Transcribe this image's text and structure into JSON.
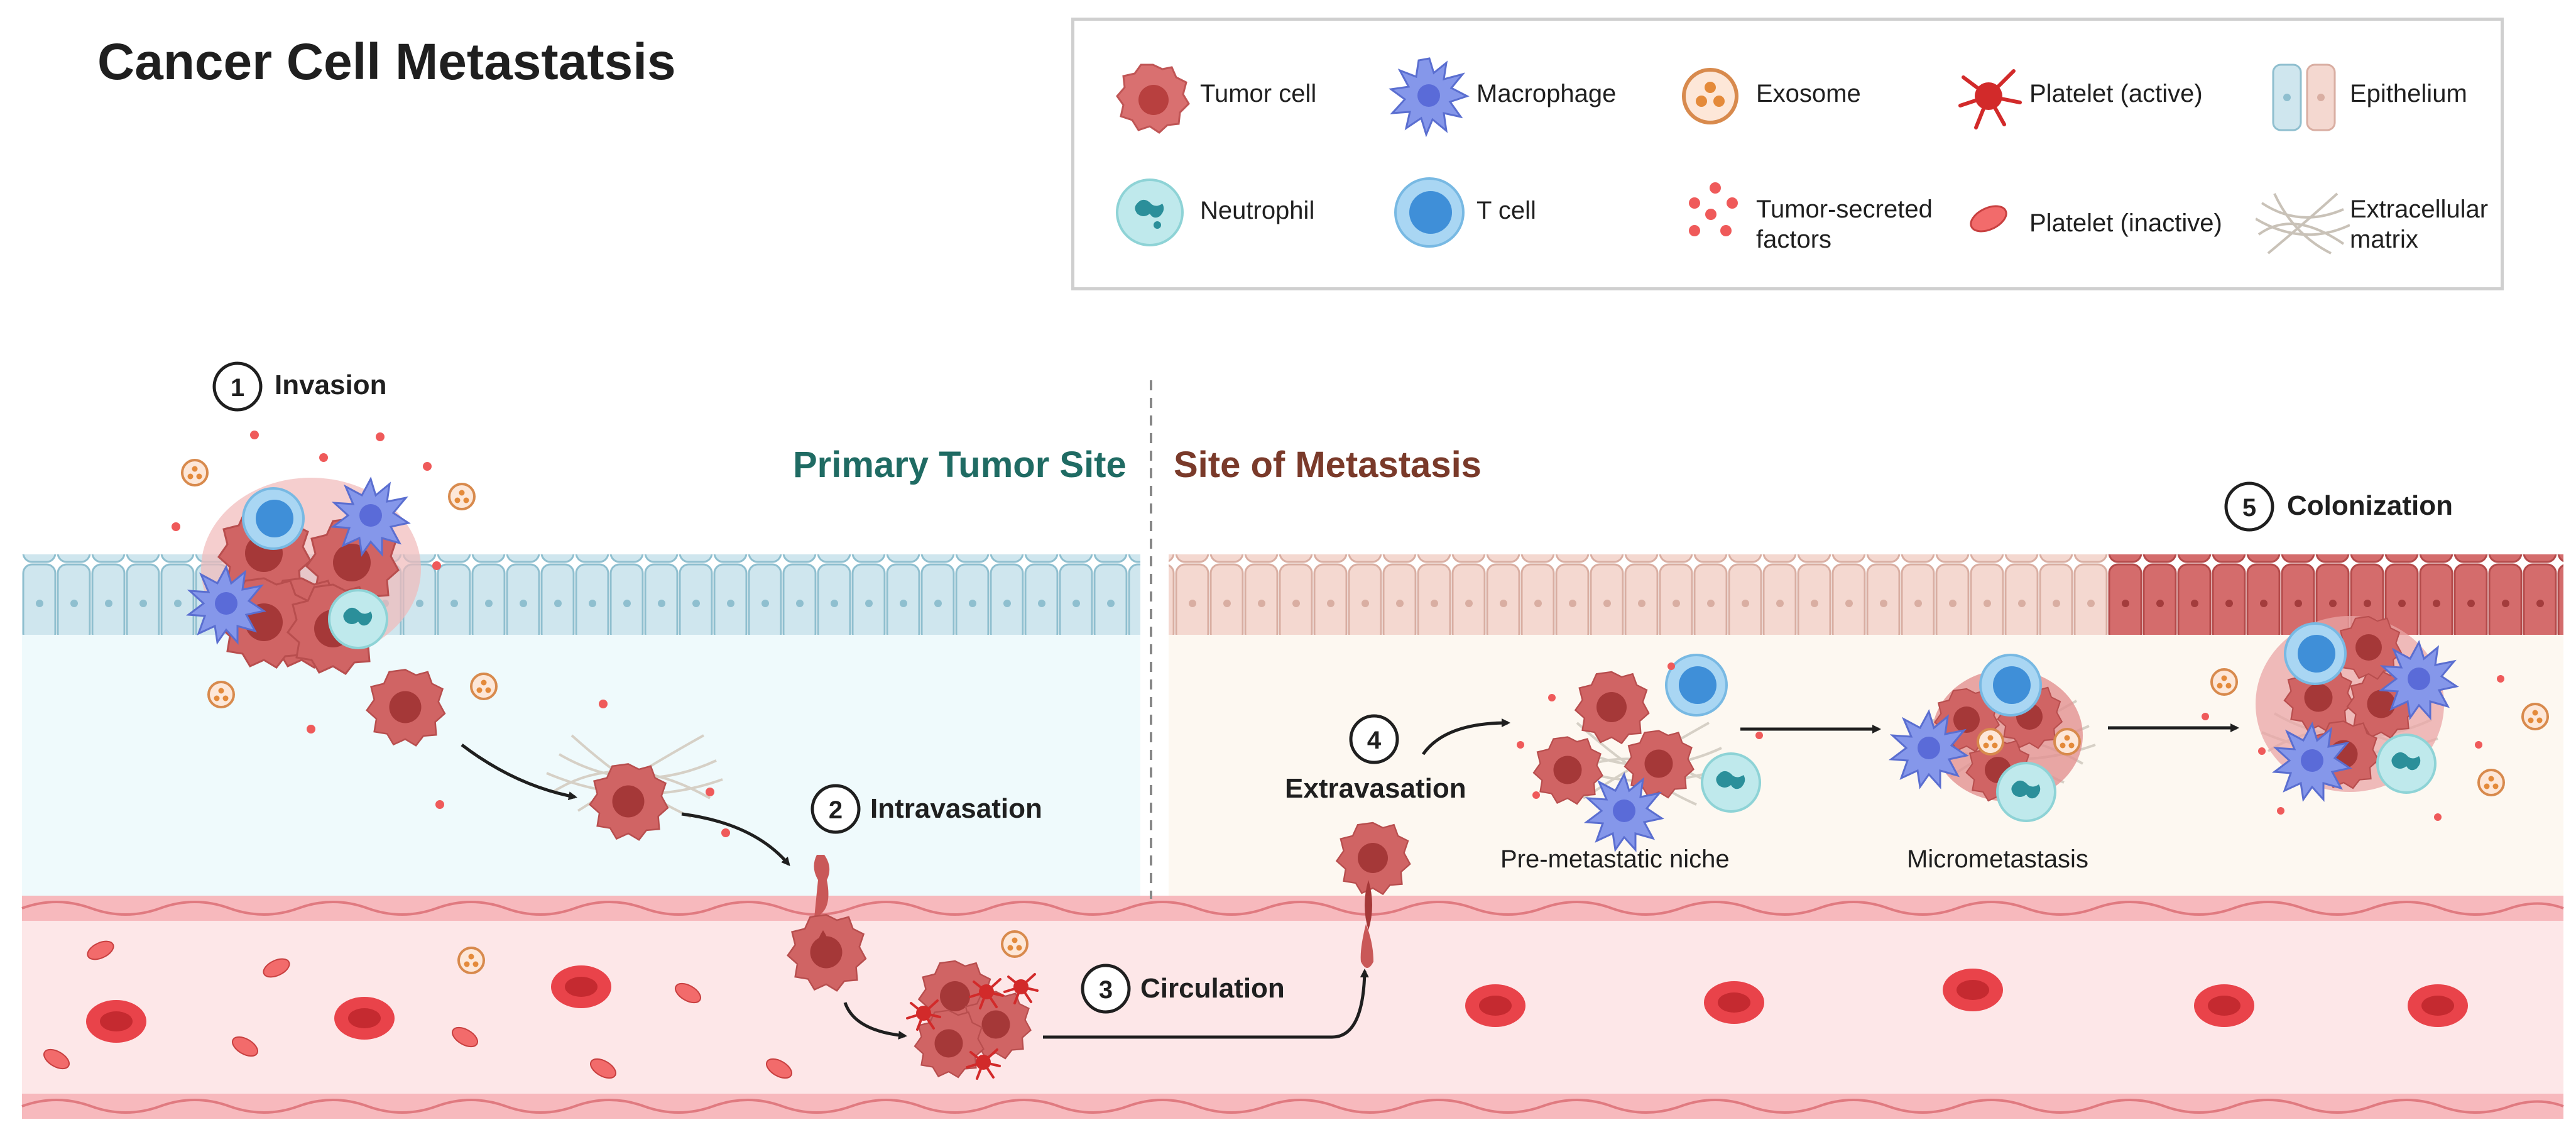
{
  "title": "Cancer Cell Metastatsis",
  "legend": {
    "tumor_cell": "Tumor cell",
    "macrophage": "Macrophage",
    "exosome": "Exosome",
    "platelet_active": "Platelet (active)",
    "epithelium": "Epithelium",
    "neutrophil": "Neutrophil",
    "t_cell": "T cell",
    "tumor_secreted_factors": "Tumor-secreted factors",
    "platelet_inactive": "Platelet (inactive)",
    "extracellular_matrix": "Extracellular matrix"
  },
  "sites": {
    "primary": "Primary Tumor Site",
    "metastasis": "Site of Metastasis"
  },
  "steps": [
    {
      "number": "1",
      "label": "Invasion"
    },
    {
      "number": "2",
      "label": "Intravasation"
    },
    {
      "number": "3",
      "label": "Circulation"
    },
    {
      "number": "4",
      "label": "Extravasation"
    },
    {
      "number": "5",
      "label": "Colonization"
    }
  ],
  "captions": {
    "pre_metastatic_niche": "Pre-metastatic niche",
    "micrometastasis": "Micrometastasis"
  },
  "colors": {
    "primary_site": "#1f6b63",
    "metastasis_site": "#7a3a2a",
    "tumor": "#c9595a",
    "macrophage": "#6f85e0",
    "t_cell": "#5aa9e0",
    "neutrophil": "#8ed3d6",
    "platelet_active": "#d22a2a",
    "rbc": "#e94a4f",
    "vessel": "#fce9ea",
    "epithelium_blue": "#cfe6ee",
    "epithelium_pink": "#f4d8d0"
  }
}
